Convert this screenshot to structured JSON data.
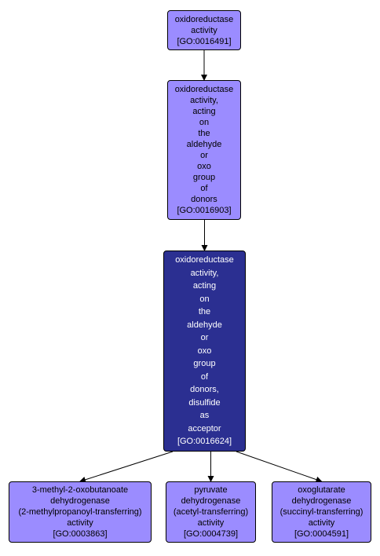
{
  "colors": {
    "light_node": "#9b8cff",
    "dark_node": "#2b2f91",
    "edge": "#000000"
  },
  "nodes": {
    "n16491": {
      "lines": [
        "oxidoreductase",
        "activity"
      ],
      "go_id": "[GO:0016491]"
    },
    "n16903": {
      "lines": [
        "oxidoreductase",
        "activity,",
        "acting",
        "on",
        "the",
        "aldehyde",
        "or",
        "oxo",
        "group",
        "of",
        "donors"
      ],
      "go_id": "[GO:0016903]"
    },
    "n16624": {
      "lines": [
        "oxidoreductase",
        "activity,",
        "acting",
        "on",
        "the",
        "aldehyde",
        "or",
        "oxo",
        "group",
        "of",
        "donors,",
        "disulfide",
        "as",
        "acceptor"
      ],
      "go_id": "[GO:0016624]"
    },
    "n3863": {
      "lines": [
        "3-methyl-2-oxobutanoate",
        "dehydrogenase",
        "(2-methylpropanoyl-transferring)",
        "activity"
      ],
      "go_id": "[GO:0003863]"
    },
    "n4739": {
      "lines": [
        "pyruvate",
        "dehydrogenase",
        "(acetyl-transferring)",
        "activity"
      ],
      "go_id": "[GO:0004739]"
    },
    "n4591": {
      "lines": [
        "oxoglutarate",
        "dehydrogenase",
        "(succinyl-transferring)",
        "activity"
      ],
      "go_id": "[GO:0004591]"
    }
  },
  "edges": [
    {
      "from": "n16491",
      "to": "n16903"
    },
    {
      "from": "n16903",
      "to": "n16624"
    },
    {
      "from": "n16624",
      "to": "n3863"
    },
    {
      "from": "n16624",
      "to": "n4739"
    },
    {
      "from": "n16624",
      "to": "n4591"
    }
  ]
}
